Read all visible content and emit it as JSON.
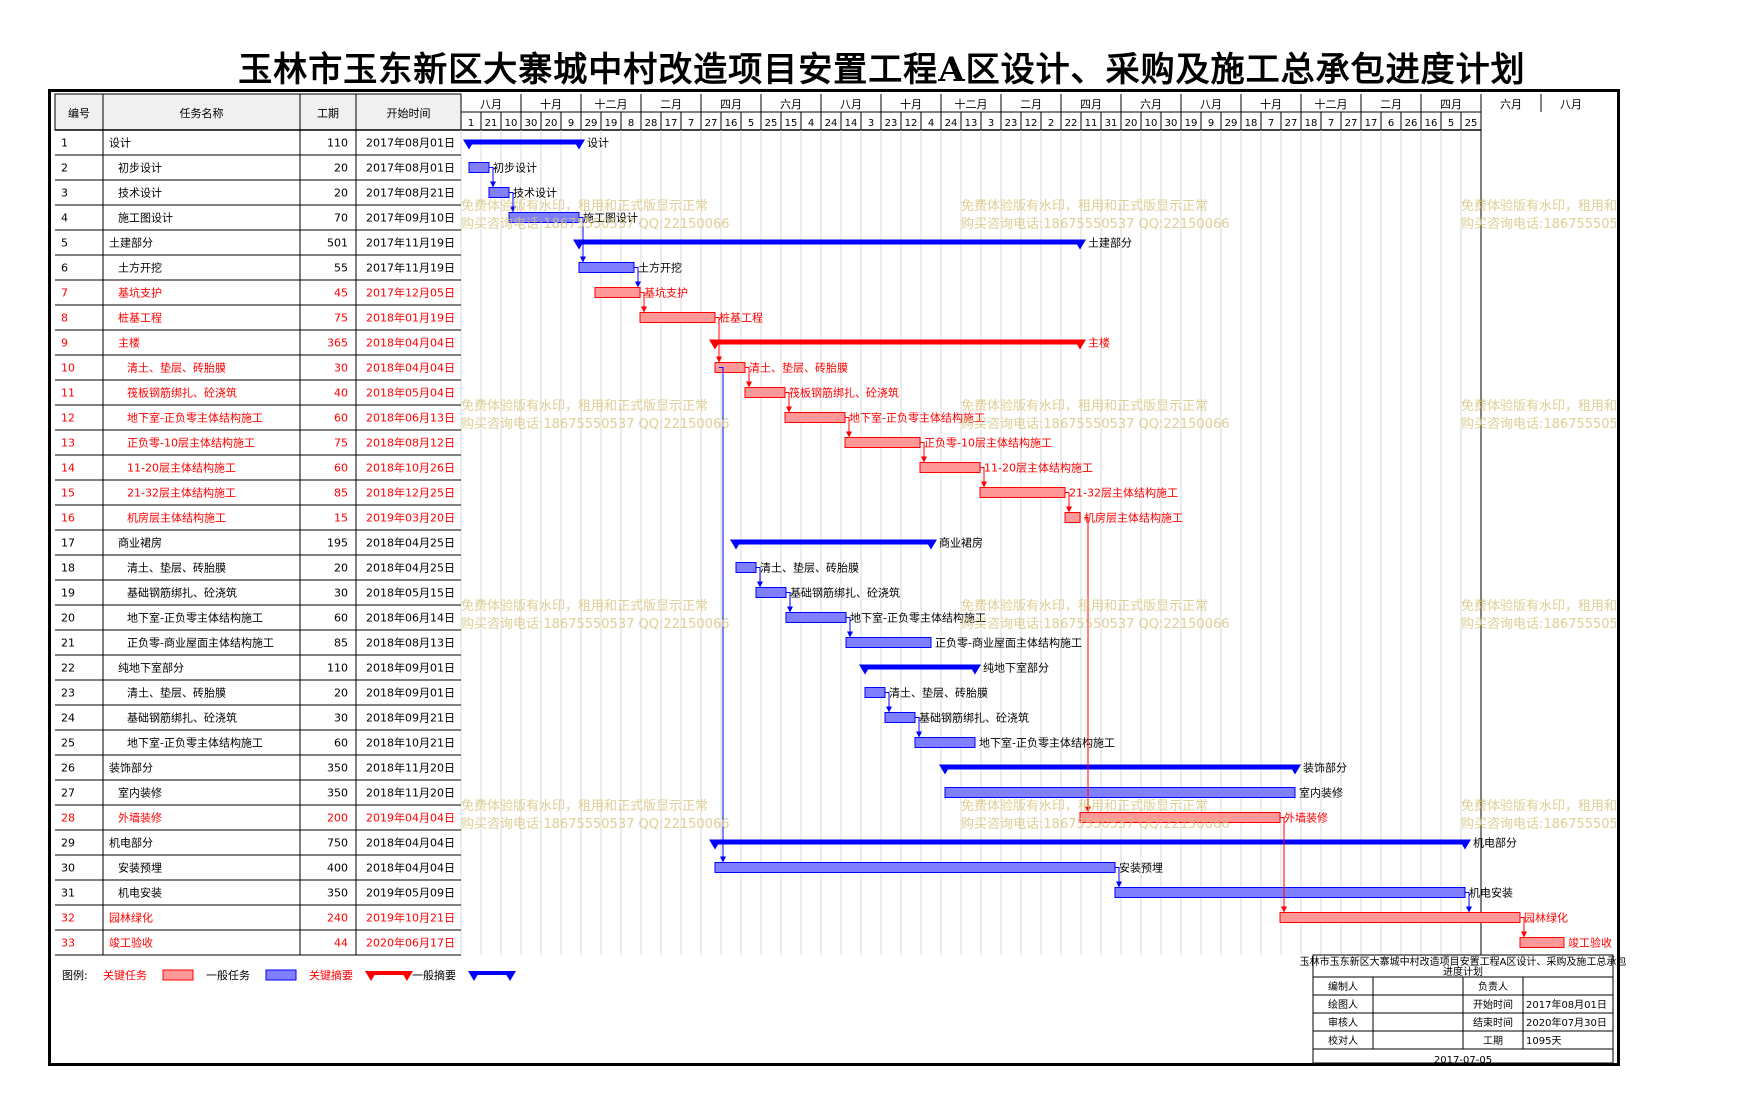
{
  "title": "玉林市玉东新区大寨城中村改造项目安置工程A区设计、采购及施工总承包进度计划",
  "columns": {
    "id": "编号",
    "name": "任务名称",
    "duration": "工期",
    "start": "开始时间"
  },
  "timeline": {
    "start": "2017-07-24",
    "days_per_col": 20,
    "months": [
      "八月",
      "十月",
      "十二月",
      "二月",
      "四月",
      "六月",
      "八月",
      "十月",
      "十二月",
      "二月",
      "四月",
      "六月",
      "八月",
      "十月",
      "十二月",
      "二月",
      "四月",
      "六月",
      "八月"
    ],
    "days": [
      "1",
      "21",
      "10",
      "30",
      "20",
      "9",
      "29",
      "19",
      "8",
      "28",
      "17",
      "7",
      "27",
      "16",
      "5",
      "25",
      "15",
      "4",
      "24",
      "14",
      "3",
      "23",
      "12",
      "4",
      "24",
      "13",
      "3",
      "23",
      "12",
      "2",
      "22",
      "11",
      "31",
      "20",
      "10",
      "30",
      "19",
      "9",
      "29",
      "18",
      "7",
      "27",
      "18",
      "7",
      "27",
      "17",
      "6",
      "26",
      "16",
      "5",
      "25"
    ]
  },
  "colors": {
    "critical": "#ff0000",
    "normal": "#0000ff",
    "critical_bar": "#ff9999",
    "normal_bar": "#8080ff"
  },
  "chart_data": {
    "type": "gantt",
    "title": "玉林市玉东新区大寨城中村改造项目安置工程A区设计、采购及施工总承包进度计划",
    "tasks": [
      {
        "id": "1",
        "name": "设计",
        "duration": "110",
        "start": "2017年08月01日",
        "start_date": "2017-08-01",
        "days": 110,
        "kind": "summary",
        "critical": false,
        "indent": 0
      },
      {
        "id": "2",
        "name": "初步设计",
        "duration": "20",
        "start": "2017年08月01日",
        "start_date": "2017-08-01",
        "days": 20,
        "kind": "task",
        "critical": false,
        "indent": 1
      },
      {
        "id": "3",
        "name": "技术设计",
        "duration": "20",
        "start": "2017年08月21日",
        "start_date": "2017-08-21",
        "days": 20,
        "kind": "task",
        "critical": false,
        "indent": 1
      },
      {
        "id": "4",
        "name": "施工图设计",
        "duration": "70",
        "start": "2017年09月10日",
        "start_date": "2017-09-10",
        "days": 70,
        "kind": "task",
        "critical": false,
        "indent": 1
      },
      {
        "id": "5",
        "name": "土建部分",
        "duration": "501",
        "start": "2017年11月19日",
        "start_date": "2017-11-19",
        "days": 501,
        "kind": "summary",
        "critical": false,
        "indent": 0
      },
      {
        "id": "6",
        "name": "土方开挖",
        "duration": "55",
        "start": "2017年11月19日",
        "start_date": "2017-11-19",
        "days": 55,
        "kind": "task",
        "critical": false,
        "indent": 1
      },
      {
        "id": "7",
        "name": "基坑支护",
        "duration": "45",
        "start": "2017年12月05日",
        "start_date": "2017-12-05",
        "days": 45,
        "kind": "task",
        "critical": true,
        "indent": 1
      },
      {
        "id": "8",
        "name": "桩基工程",
        "duration": "75",
        "start": "2018年01月19日",
        "start_date": "2018-01-19",
        "days": 75,
        "kind": "task",
        "critical": true,
        "indent": 1
      },
      {
        "id": "9",
        "name": "主楼",
        "duration": "365",
        "start": "2018年04月04日",
        "start_date": "2018-04-04",
        "days": 365,
        "kind": "summary",
        "critical": true,
        "indent": 1
      },
      {
        "id": "10",
        "name": "清土、垫层、砖胎膜",
        "duration": "30",
        "start": "2018年04月04日",
        "start_date": "2018-04-04",
        "days": 30,
        "kind": "task",
        "critical": true,
        "indent": 2
      },
      {
        "id": "11",
        "name": "筏板钢筋绑扎、砼浇筑",
        "duration": "40",
        "start": "2018年05月04日",
        "start_date": "2018-05-04",
        "days": 40,
        "kind": "task",
        "critical": true,
        "indent": 2
      },
      {
        "id": "12",
        "name": "地下室-正负零主体结构施工",
        "duration": "60",
        "start": "2018年06月13日",
        "start_date": "2018-06-13",
        "days": 60,
        "kind": "task",
        "critical": true,
        "indent": 2
      },
      {
        "id": "13",
        "name": "正负零-10层主体结构施工",
        "duration": "75",
        "start": "2018年08月12日",
        "start_date": "2018-08-12",
        "days": 75,
        "kind": "task",
        "critical": true,
        "indent": 2
      },
      {
        "id": "14",
        "name": "11-20层主体结构施工",
        "duration": "60",
        "start": "2018年10月26日",
        "start_date": "2018-10-26",
        "days": 60,
        "kind": "task",
        "critical": true,
        "indent": 2
      },
      {
        "id": "15",
        "name": "21-32层主体结构施工",
        "duration": "85",
        "start": "2018年12月25日",
        "start_date": "2018-12-25",
        "days": 85,
        "kind": "task",
        "critical": true,
        "indent": 2
      },
      {
        "id": "16",
        "name": "机房层主体结构施工",
        "duration": "15",
        "start": "2019年03月20日",
        "start_date": "2019-03-20",
        "days": 15,
        "kind": "task",
        "critical": true,
        "indent": 2
      },
      {
        "id": "17",
        "name": "商业裙房",
        "duration": "195",
        "start": "2018年04月25日",
        "start_date": "2018-04-25",
        "days": 195,
        "kind": "summary",
        "critical": false,
        "indent": 1
      },
      {
        "id": "18",
        "name": "清土、垫层、砖胎膜",
        "duration": "20",
        "start": "2018年04月25日",
        "start_date": "2018-04-25",
        "days": 20,
        "kind": "task",
        "critical": false,
        "indent": 2
      },
      {
        "id": "19",
        "name": "基础钢筋绑扎、砼浇筑",
        "duration": "30",
        "start": "2018年05月15日",
        "start_date": "2018-05-15",
        "days": 30,
        "kind": "task",
        "critical": false,
        "indent": 2
      },
      {
        "id": "20",
        "name": "地下室-正负零主体结构施工",
        "duration": "60",
        "start": "2018年06月14日",
        "start_date": "2018-06-14",
        "days": 60,
        "kind": "task",
        "critical": false,
        "indent": 2
      },
      {
        "id": "21",
        "name": "正负零-商业屋面主体结构施工",
        "duration": "85",
        "start": "2018年08月13日",
        "start_date": "2018-08-13",
        "days": 85,
        "kind": "task",
        "critical": false,
        "indent": 2
      },
      {
        "id": "22",
        "name": "纯地下室部分",
        "duration": "110",
        "start": "2018年09月01日",
        "start_date": "2018-09-01",
        "days": 110,
        "kind": "summary",
        "critical": false,
        "indent": 1
      },
      {
        "id": "23",
        "name": "清土、垫层、砖胎膜",
        "duration": "20",
        "start": "2018年09月01日",
        "start_date": "2018-09-01",
        "days": 20,
        "kind": "task",
        "critical": false,
        "indent": 2
      },
      {
        "id": "24",
        "name": "基础钢筋绑扎、砼浇筑",
        "duration": "30",
        "start": "2018年09月21日",
        "start_date": "2018-09-21",
        "days": 30,
        "kind": "task",
        "critical": false,
        "indent": 2
      },
      {
        "id": "25",
        "name": "地下室-正负零主体结构施工",
        "duration": "60",
        "start": "2018年10月21日",
        "start_date": "2018-10-21",
        "days": 60,
        "kind": "task",
        "critical": false,
        "indent": 2
      },
      {
        "id": "26",
        "name": "装饰部分",
        "duration": "350",
        "start": "2018年11月20日",
        "start_date": "2018-11-20",
        "days": 350,
        "kind": "summary",
        "critical": false,
        "indent": 0
      },
      {
        "id": "27",
        "name": "室内装修",
        "duration": "350",
        "start": "2018年11月20日",
        "start_date": "2018-11-20",
        "days": 350,
        "kind": "task",
        "critical": false,
        "indent": 1
      },
      {
        "id": "28",
        "name": "外墙装修",
        "duration": "200",
        "start": "2019年04月04日",
        "start_date": "2019-04-04",
        "days": 200,
        "kind": "task",
        "critical": true,
        "indent": 1
      },
      {
        "id": "29",
        "name": "机电部分",
        "duration": "750",
        "start": "2018年04月04日",
        "start_date": "2018-04-04",
        "days": 750,
        "kind": "summary",
        "critical": false,
        "indent": 0
      },
      {
        "id": "30",
        "name": "安装预埋",
        "duration": "400",
        "start": "2018年04月04日",
        "start_date": "2018-04-04",
        "days": 400,
        "kind": "task",
        "critical": false,
        "indent": 1
      },
      {
        "id": "31",
        "name": "机电安装",
        "duration": "350",
        "start": "2019年05月09日",
        "start_date": "2019-05-09",
        "days": 350,
        "kind": "task",
        "critical": false,
        "indent": 1
      },
      {
        "id": "32",
        "name": "园林绿化",
        "duration": "240",
        "start": "2019年10月21日",
        "start_date": "2019-10-21",
        "days": 240,
        "kind": "task",
        "critical": true,
        "indent": 0
      },
      {
        "id": "33",
        "name": "竣工验收",
        "duration": "44",
        "start": "2020年06月17日",
        "start_date": "2020-06-17",
        "days": 44,
        "kind": "task",
        "critical": true,
        "indent": 0
      }
    ],
    "links": [
      [
        2,
        3
      ],
      [
        3,
        4
      ],
      [
        4,
        6
      ],
      [
        6,
        7
      ],
      [
        7,
        8
      ],
      [
        8,
        10
      ],
      [
        10,
        11
      ],
      [
        11,
        12
      ],
      [
        12,
        13
      ],
      [
        13,
        14
      ],
      [
        14,
        15
      ],
      [
        15,
        16
      ],
      [
        16,
        28
      ],
      [
        18,
        19
      ],
      [
        19,
        20
      ],
      [
        20,
        21
      ],
      [
        23,
        24
      ],
      [
        24,
        25
      ],
      [
        10,
        30
      ],
      [
        30,
        31
      ],
      [
        28,
        32
      ],
      [
        31,
        32
      ],
      [
        32,
        33
      ]
    ]
  },
  "legend": {
    "label": "图例:",
    "items": [
      {
        "label": "关键任务",
        "type": "critical_task"
      },
      {
        "label": "一般任务",
        "type": "normal_task"
      },
      {
        "label": "关键摘要",
        "type": "critical_summary"
      },
      {
        "label": "一般摘要",
        "type": "normal_summary"
      }
    ]
  },
  "info_box": {
    "title": "玉林市玉东新区大寨城中村改造项目安置工程A区设计、采购及施工总承包进度计划",
    "rows": [
      [
        "编制人",
        "",
        "负责人",
        ""
      ],
      [
        "绘图人",
        "",
        "开始时间",
        "2017年08月01日"
      ],
      [
        "审核人",
        "",
        "结束时间",
        "2020年07月30日"
      ],
      [
        "校对人",
        "",
        "工期",
        "1095天"
      ]
    ],
    "footer": "2017-07-05"
  },
  "watermark": {
    "line1": "免费体验版有水印，租用和正式版显示正常",
    "line2": "购买咨询电话:18675550537 QQ:22150066"
  }
}
